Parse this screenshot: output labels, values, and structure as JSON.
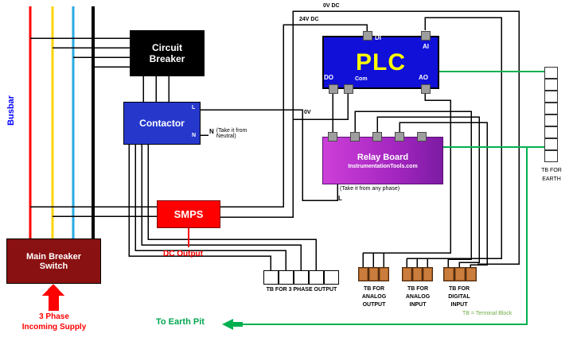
{
  "busbar": {
    "label": "Busbar"
  },
  "blocks": {
    "circuit_breaker": {
      "label": "Circuit Breaker"
    },
    "contactor": {
      "label": "Contactor",
      "port_l": "L",
      "port_n": "N"
    },
    "smps": {
      "label": "SMPS"
    },
    "main_breaker_switch": {
      "label": "Main Breaker Switch"
    },
    "plc": {
      "label": "PLC",
      "ports": {
        "di": "DI",
        "ai": "AI",
        "do": "DO",
        "com": "Com",
        "ao": "AO"
      }
    },
    "relay_board": {
      "label": "Relay Board",
      "watermark": "InstrumentationTools.com"
    }
  },
  "annotations": {
    "zero_v_dc": "0V DC",
    "twentyfour_v_dc": "24V DC",
    "zero_v": "0V",
    "neutral_port": "N",
    "neutral_note": "(Take it from Neutral)",
    "any_phase_note": "(Take it from any phase)",
    "line_port": "L",
    "dc_output": "DC Output",
    "incoming_line1": "3 Phase",
    "incoming_line2": "Incoming Supply",
    "to_earth_pit": "To Earth Pit",
    "tb_legend": "TB = Terminal Block"
  },
  "terminal_blocks": {
    "three_phase": {
      "label": "TB FOR 3 PHASE  OUTPUT"
    },
    "analog_output": {
      "label": "TB FOR ANALOG OUTPUT"
    },
    "analog_input": {
      "label": "TB FOR ANALOG INPUT"
    },
    "digital_input": {
      "label": "TB FOR DIGITAL INPUT"
    },
    "earth": {
      "label": "TB FOR EARTH"
    }
  },
  "colors": {
    "phase_red": "#ff0000",
    "phase_yellow": "#ffd400",
    "phase_blue": "#29abe2",
    "neutral_black": "#000000",
    "plc_blue": "#1010d8",
    "contactor_blue": "#2638cc",
    "relay_magenta": "#a426c0",
    "smps_red": "#ff0000",
    "breaker_maroon": "#8a1111",
    "earth_green": "#00b050",
    "annotation_red": "#ff0000"
  }
}
